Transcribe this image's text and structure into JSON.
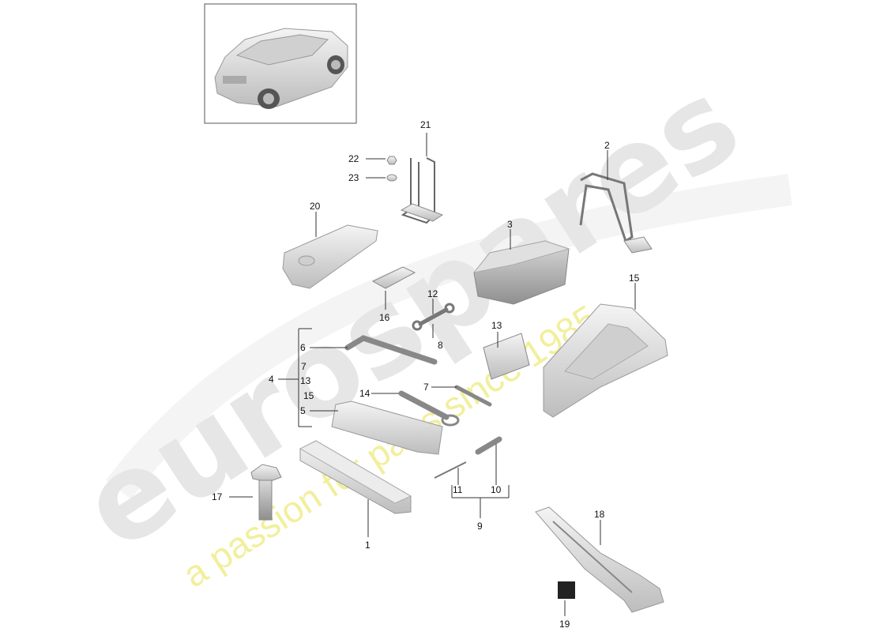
{
  "watermark": {
    "brand": "eurospares",
    "tagline": "a passion for parts since 1985",
    "brand_color": "#e6e6e6",
    "tagline_color": "#f2ef9c"
  },
  "part_numbers": {
    "p1": "1",
    "p2": "2",
    "p3": "3",
    "p4": "4",
    "p5": "5",
    "p6": "6",
    "p7a": "7",
    "p7b": "7",
    "p8": "8",
    "p9": "9",
    "p10": "10",
    "p11": "11",
    "p12": "12",
    "p13a": "13",
    "p13b": "13",
    "p14": "14",
    "p15a": "15",
    "p15b": "15",
    "p16": "16",
    "p17": "17",
    "p18": "18",
    "p19": "19",
    "p20": "20",
    "p21": "21",
    "p22": "22",
    "p23": "23"
  }
}
